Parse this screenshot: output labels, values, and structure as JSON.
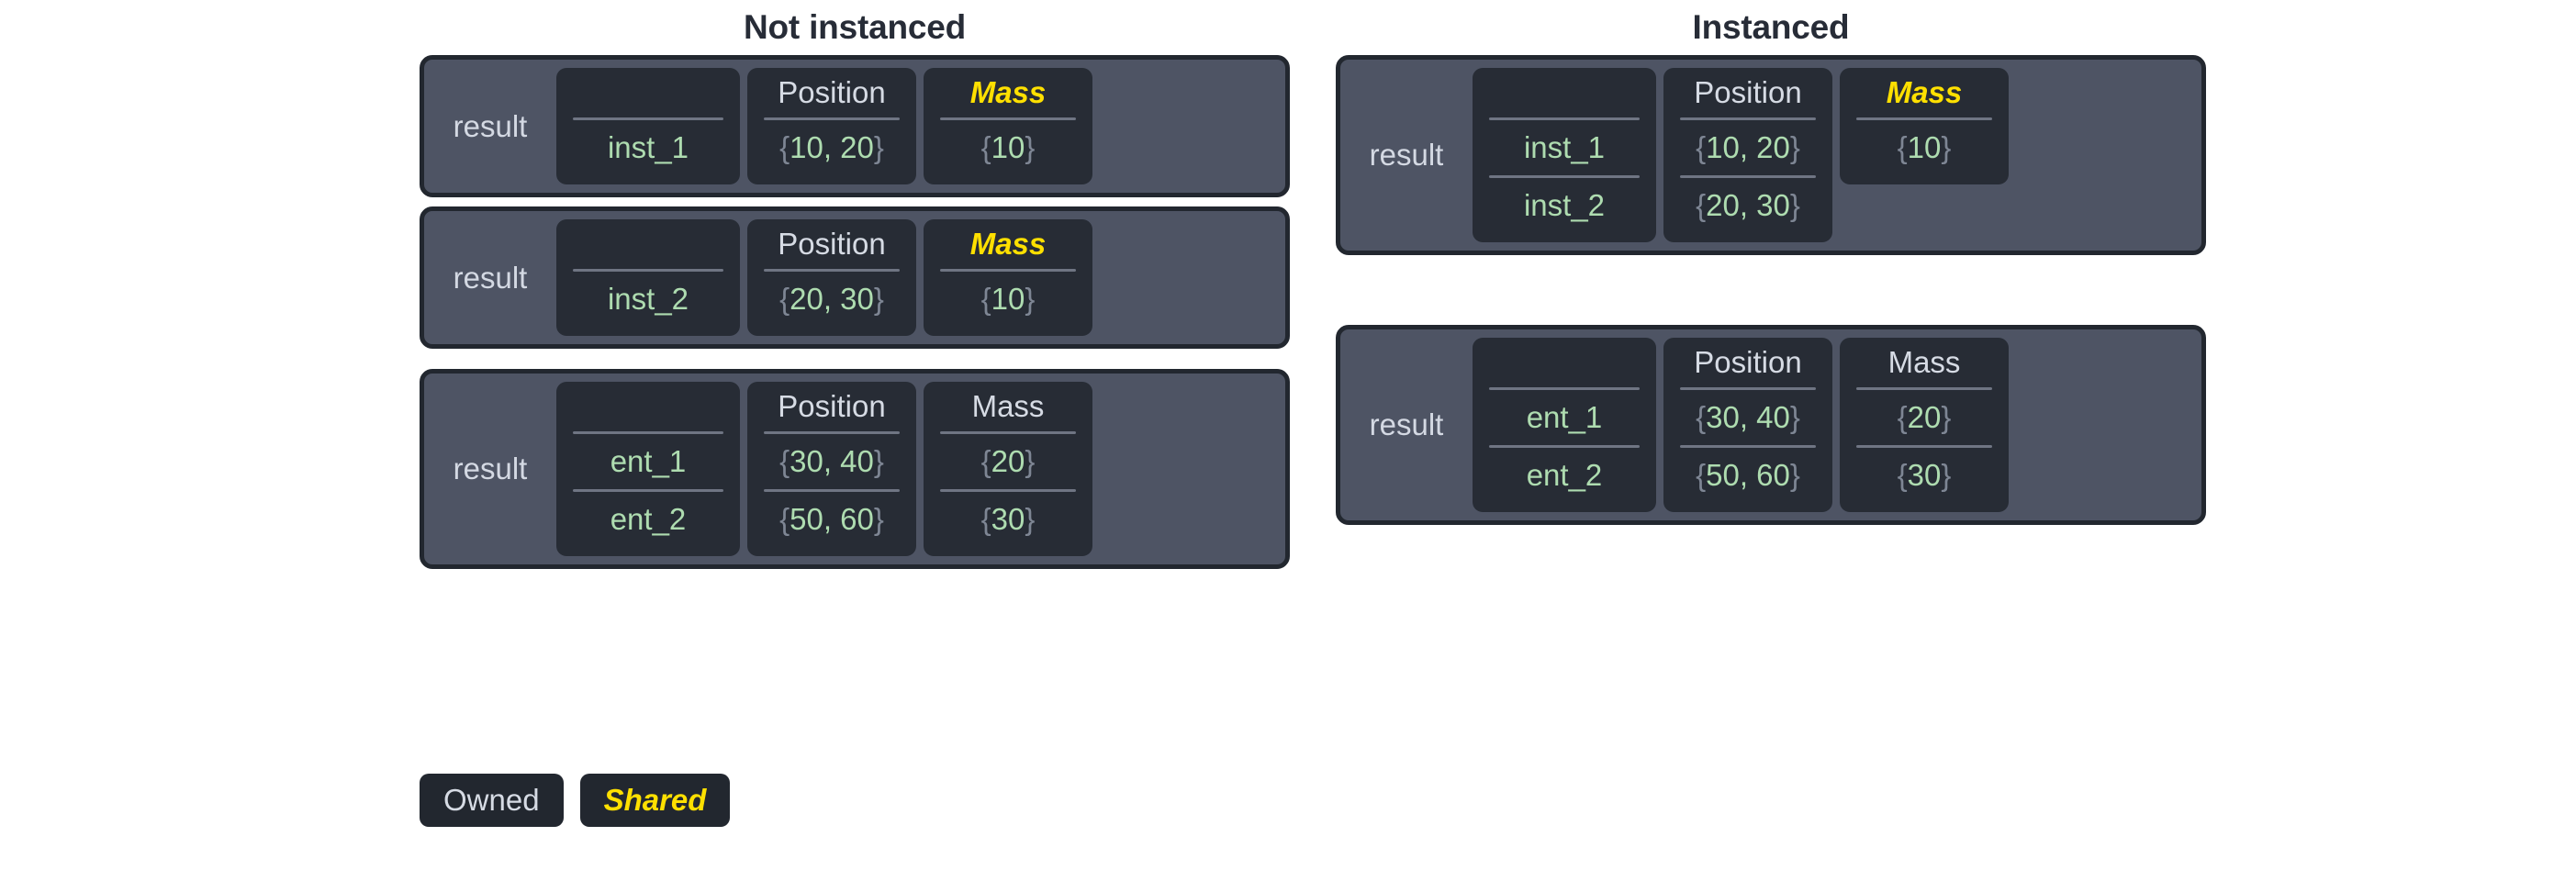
{
  "sections": [
    {
      "key": "not_instanced",
      "title": "Not instanced",
      "panels": [
        {
          "label": "result",
          "columns": [
            {
              "kind": "id",
              "header": "",
              "shared": false,
              "cells": [
                "inst_1"
              ]
            },
            {
              "kind": "pos",
              "header": "Position",
              "shared": false,
              "cells": [
                "{10, 20}"
              ]
            },
            {
              "kind": "mass",
              "header": "Mass",
              "shared": true,
              "cells": [
                "{10}"
              ]
            }
          ]
        },
        {
          "label": "result",
          "columns": [
            {
              "kind": "id",
              "header": "",
              "shared": false,
              "cells": [
                "inst_2"
              ]
            },
            {
              "kind": "pos",
              "header": "Position",
              "shared": false,
              "cells": [
                "{20, 30}"
              ]
            },
            {
              "kind": "mass",
              "header": "Mass",
              "shared": true,
              "cells": [
                "{10}"
              ]
            }
          ]
        },
        {
          "label": "result",
          "columns": [
            {
              "kind": "id",
              "header": "",
              "shared": false,
              "cells": [
                "ent_1",
                "ent_2"
              ]
            },
            {
              "kind": "pos",
              "header": "Position",
              "shared": false,
              "cells": [
                "{30, 40}",
                "{50, 60}"
              ]
            },
            {
              "kind": "mass",
              "header": "Mass",
              "shared": false,
              "cells": [
                "{20}",
                "{30}"
              ]
            }
          ]
        }
      ]
    },
    {
      "key": "instanced",
      "title": "Instanced",
      "panels": [
        {
          "label": "result",
          "columns": [
            {
              "kind": "id",
              "header": "",
              "shared": false,
              "cells": [
                "inst_1",
                "inst_2"
              ]
            },
            {
              "kind": "pos",
              "header": "Position",
              "shared": false,
              "cells": [
                "{10, 20}",
                "{20, 30}"
              ]
            },
            {
              "kind": "mass",
              "header": "Mass",
              "shared": true,
              "cells": [
                "{10}"
              ]
            }
          ]
        },
        {
          "label": "result",
          "columns": [
            {
              "kind": "id",
              "header": "",
              "shared": false,
              "cells": [
                "ent_1",
                "ent_2"
              ]
            },
            {
              "kind": "pos",
              "header": "Position",
              "shared": false,
              "cells": [
                "{30, 40}",
                "{50, 60}"
              ]
            },
            {
              "kind": "mass",
              "header": "Mass",
              "shared": false,
              "cells": [
                "{20}",
                "{30}"
              ]
            }
          ]
        }
      ]
    }
  ],
  "legend": [
    {
      "key": "owned",
      "label": "Owned",
      "shared": false
    },
    {
      "key": "shared",
      "label": "Shared",
      "shared": true
    }
  ],
  "colors": {
    "page_background": "#ffffff",
    "title_text": "#272c37",
    "panel_background": "#4e5464",
    "panel_border": "#22272f",
    "card_background": "#272c35",
    "header_text": "#d6dbe4",
    "shared_text": "#ffe000",
    "value_text": "#aedcb0",
    "brace_text": "#7e8694",
    "separator": "#6f7583"
  },
  "layout": {
    "panel_vertical_gaps": {
      "not_instanced": [
        0,
        10,
        22
      ],
      "instanced": [
        0,
        76
      ]
    }
  }
}
